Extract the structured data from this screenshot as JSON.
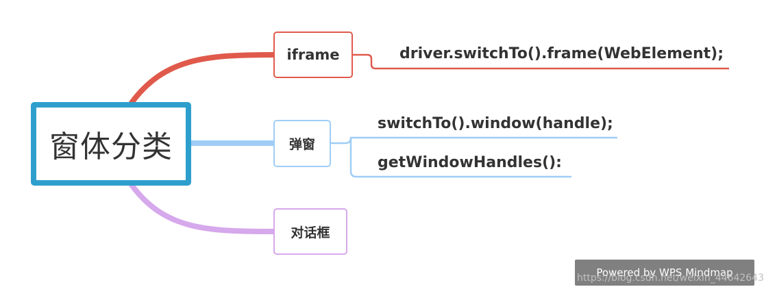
{
  "root": {
    "label": "窗体分类"
  },
  "branches": [
    {
      "label": "iframe",
      "color": "#e05a4c",
      "children": [
        "driver.switchTo().frame(WebElement);"
      ]
    },
    {
      "label": "弹窗",
      "color": "#9fcdf6",
      "children": [
        "switchTo().window(handle);",
        "getWindowHandles():"
      ]
    },
    {
      "label": "对话框",
      "color": "#d6a8ec",
      "children": []
    }
  ],
  "root_border_color": "#2e9fcd",
  "watermark": {
    "text": "Powered by WPS Mindmap",
    "url": "https://blog.csdn.net/weixin_44642643"
  }
}
